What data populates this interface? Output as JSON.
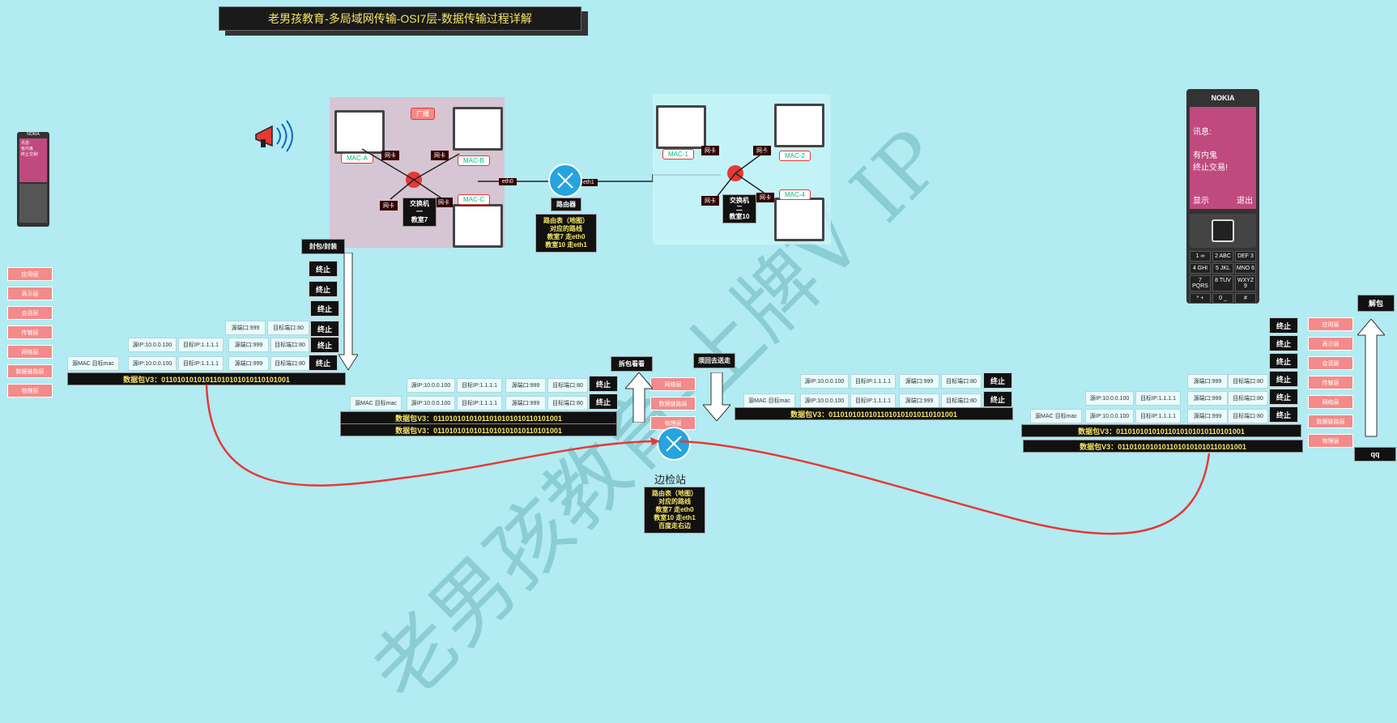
{
  "title": "老男孩教育-多局域网传输-OSI7层-数据传输过程详解",
  "watermark": "老男孩教育-上牌V IP",
  "lan_left": {
    "broadcast": "广播",
    "macs": [
      "MAC-A",
      "MAC-B",
      "MAC-C"
    ],
    "nics": [
      "网卡",
      "网卡",
      "网卡",
      "网卡"
    ],
    "switch_label": "交换机\n一\n教室7"
  },
  "lan_right": {
    "macs": [
      "MAC-1",
      "MAC-2",
      "MAC-4"
    ],
    "nics": [
      "网卡",
      "网卡",
      "网卡",
      "网卡"
    ],
    "switch_label": "交换机\n二\n教室10"
  },
  "router1": {
    "label": "路由器",
    "eth0": "eth0",
    "eth1": "eth1",
    "table": "路由表（地图）\n对应的路线\n教室7 走eth0\n教室10 走eth1"
  },
  "router2": {
    "label": "边检站",
    "table": "路由表（地图）\n对应的路线\n教室7 走eth0\n教室10 走eth1\n百度走右边"
  },
  "left_phone": {
    "brand": "NOKIA",
    "lines": [
      "讯息:",
      "有内鬼",
      "终止交易!"
    ]
  },
  "right_phone": {
    "brand": "NOKIA",
    "lines": [
      "讯息:",
      "有内鬼",
      "终止交易!"
    ],
    "soft_left": "显示",
    "soft_right": "退出",
    "keys": [
      "1 ∞",
      "2 ABC",
      "DEF 3",
      "4 GHI",
      "5 JKL",
      "MNO 6",
      "7 PQRS",
      "8 TUV",
      "WXYZ 9",
      "* +",
      "0 _",
      "#"
    ]
  },
  "layers_left": [
    "应用层",
    "表示层",
    "会话层",
    "传输层",
    "网络层",
    "数据链路层",
    "物理层"
  ],
  "layers_right": [
    "应用层",
    "表示层",
    "会话层",
    "传输层",
    "网络层",
    "数据链路层",
    "物理层"
  ],
  "layers_mid": [
    "网络层",
    "数据链路层",
    "物理层"
  ],
  "labels": {
    "encap": "封包/封装",
    "unpack": "拆包看看",
    "repack": "须回去送走",
    "decap": "解包",
    "qq": "qq",
    "stop": "终止"
  },
  "cells": {
    "src_port": "源端口:999",
    "dst_port": "目标端口:80",
    "src_ip": "源IP:10.0.0.100",
    "dst_ip": "目标IP:1.1.1.1",
    "mac": "源MAC 目标mac"
  },
  "packet": "数据包V3：01101010101011010101010110101001"
}
